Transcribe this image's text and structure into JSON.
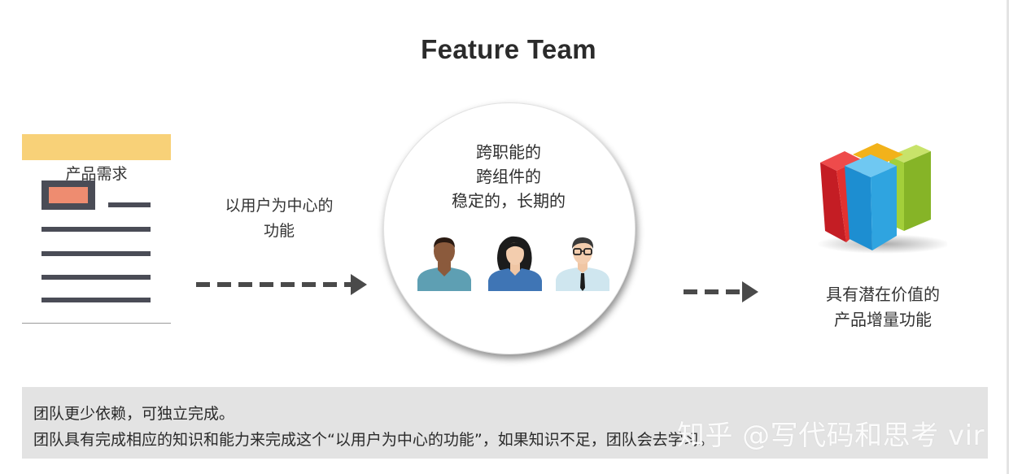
{
  "title": "Feature Team",
  "doc": {
    "label": "产品需求"
  },
  "arrow1_label": [
    "以用户为中心的",
    "功能"
  ],
  "circle_lines": [
    "跨职能的",
    "跨组件的",
    "稳定的，长期的"
  ],
  "result_label": [
    "具有潜在价值的",
    "产品增量功能"
  ],
  "footer_lines": [
    "团队更少依赖，可独立完成。",
    "团队具有完成相应的知识和能力来完成这个“以用户为中心的功能”，如果知识不足，团队会去学习。"
  ],
  "watermark": "知乎 @写代码和思考 vir",
  "colors": {
    "doc_header": "#f8d178",
    "doc_box": "#4a4c56",
    "doc_box_inner": "#ee8c70",
    "arrow": "#4a4a4a",
    "band": "#e3e3e3",
    "person_shirt_teal": "#5e9fb3",
    "person_shirt_blue": "#3f75b5",
    "person_shirt_light": "#cfe6ef",
    "cube_red": "#d9262c",
    "cube_blue": "#2fa4e0",
    "cube_green": "#9fcc34",
    "cube_yellow": "#f2b21a"
  },
  "icons": [
    "document-icon",
    "dashed-arrow-icon",
    "man-icon",
    "woman-icon",
    "glasses-man-icon",
    "cube-bar-icon"
  ]
}
